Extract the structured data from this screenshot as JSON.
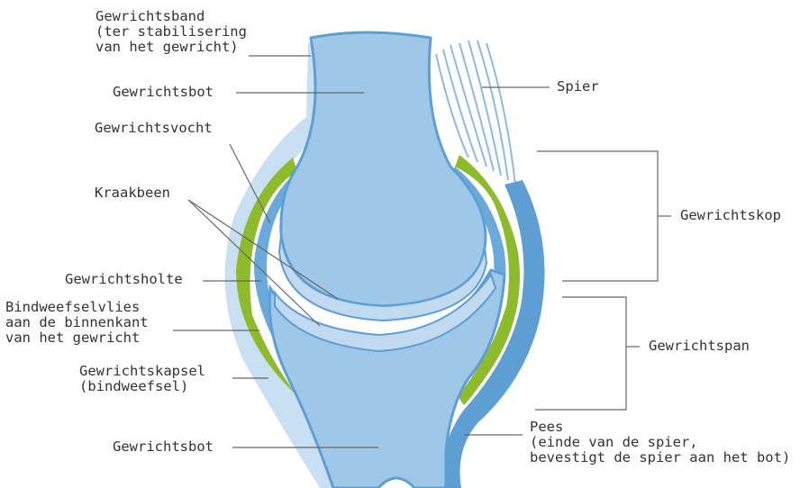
{
  "labels": {
    "ligament": "Gewrichtsband\n(ter stabilisering\nvan het gewricht)",
    "bone_top": "Gewrichtsbot",
    "synovial_fluid": "Gewrichtsvocht",
    "cartilage": "Kraakbeen",
    "joint_cavity": "Gewrichtsholte",
    "synovial_membrane": "Bindweefselvlies\naan de binnenkant\nvan het gewricht",
    "joint_capsule": "Gewrichtskapsel\n(bindweefsel)",
    "bone_bottom": "Gewrichtsbot",
    "muscle": "Spier",
    "joint_head": "Gewrichtskop",
    "joint_socket": "Gewrichtspan",
    "tendon": "Pees\n(einde van de spier,\nbevestigt de spier aan het bot)"
  },
  "colors": {
    "bone": "#9fc7e8",
    "bone_outline": "#5d9fd4",
    "ligament": "#c9dff2",
    "cartilage": "#c2daef",
    "capsule": "#8dbb2a",
    "tendon": "#5d9fd4",
    "leader_line": "#666666"
  }
}
